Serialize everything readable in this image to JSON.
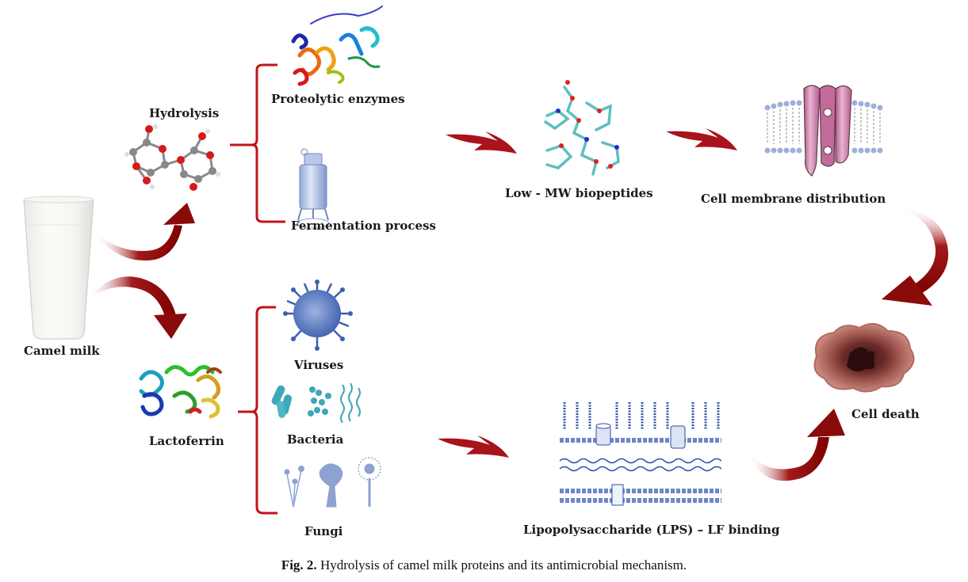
{
  "figure": {
    "caption_label": "Fig. 2.",
    "caption_text": " Hydrolysis of camel milk proteins and its antimicrobial mechanism."
  },
  "nodes": {
    "camel_milk": "Camel milk",
    "hydrolysis": "Hydrolysis",
    "proteolytic_enzymes": "Proteolytic enzymes",
    "fermentation_process": "Fermentation process",
    "low_mw_biopeptides": "Low - MW biopeptides",
    "cell_membrane_distribution": "Cell membrane distribution",
    "cell_death": "Cell death",
    "lactoferrin": "Lactoferrin",
    "viruses": "Viruses",
    "bacteria": "Bacteria",
    "fungi": "Fungi",
    "lps_binding": "Lipopolysaccharide (LPS) – LF binding"
  },
  "colors": {
    "arrow": "#8b0a0a",
    "bracket": "#c0141b",
    "microbe_blue": "#4a6fb5",
    "bacteria_teal": "#3fa7b8",
    "membrane_pink": "#c46a9a",
    "cell_death": "#c97a70"
  }
}
